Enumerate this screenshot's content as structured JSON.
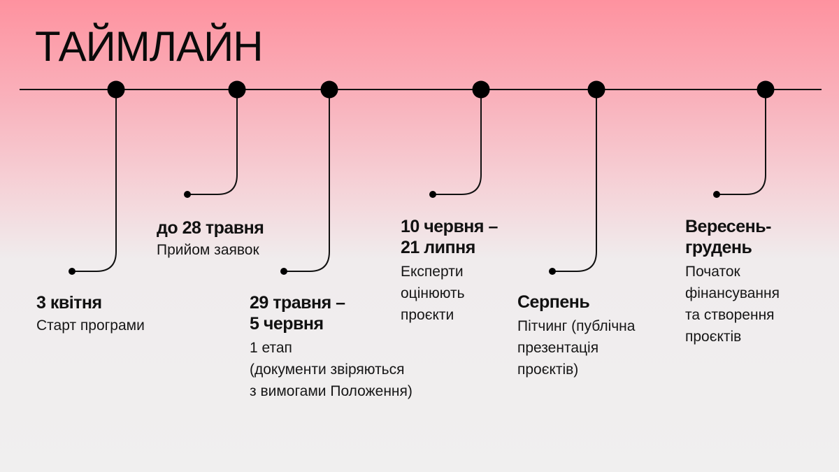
{
  "title": "ТАЙМЛАЙН",
  "colors": {
    "line": "#000000",
    "bg_top": "#fe929f",
    "bg_bottom": "#f0efef"
  },
  "events": [
    {
      "date": [
        "3 квітня"
      ],
      "description": [
        "Старт програми"
      ]
    },
    {
      "date": [
        "до 28 травня"
      ],
      "description": [
        "Прийом заявок"
      ]
    },
    {
      "date": [
        "29 травня –",
        "5 червня"
      ],
      "description": [
        "1 етап",
        "(документи звіряються",
        "з вимогами Положення)"
      ]
    },
    {
      "date": [
        "10 червня –",
        "21 липня"
      ],
      "description": [
        "Експерти",
        "оцінюють",
        "проєкти"
      ]
    },
    {
      "date": [
        "Серпень"
      ],
      "description": [
        "Пітчинг (публічна",
        "презентація",
        "проєктів)"
      ]
    },
    {
      "date": [
        "Вересень-",
        "грудень"
      ],
      "description": [
        "Початок",
        "фінансування",
        "та створення",
        "проєктів"
      ]
    }
  ]
}
